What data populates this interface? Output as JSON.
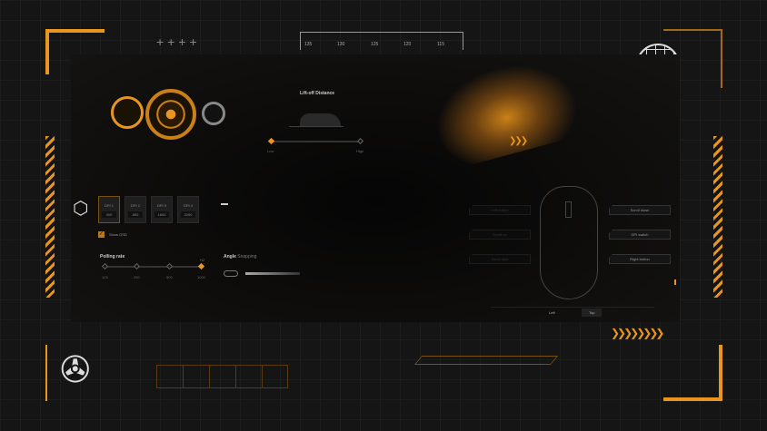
{
  "ruler": {
    "ticks": [
      "135",
      "130",
      "125",
      "120",
      "115"
    ]
  },
  "liftoff": {
    "title": "Lift-off Distance",
    "low": "Low",
    "high": "High",
    "value": "Low"
  },
  "dpi": {
    "stages": [
      {
        "label": "DPI 1",
        "value": "400",
        "active": true
      },
      {
        "label": "DPI 2",
        "value": "800"
      },
      {
        "label": "DPI 3",
        "value": "1600"
      },
      {
        "label": "DPI 4",
        "value": "3200"
      }
    ],
    "show_osd": "Show OSD",
    "show_osd_checked": true
  },
  "polling": {
    "title": "Polling rate",
    "unit": "HZ",
    "options": [
      "125",
      "250",
      "500",
      "1000"
    ],
    "selected": "1000"
  },
  "angle": {
    "title": "Angle",
    "title2": "Snapping"
  },
  "mouse_buttons": {
    "left": [
      "Left button",
      "Scroll up",
      "Scroll click"
    ],
    "right": [
      "Scroll down",
      "DPI switch",
      "Right button"
    ]
  },
  "view_tabs": [
    "Left",
    "Top"
  ],
  "accent": "#e8961e"
}
